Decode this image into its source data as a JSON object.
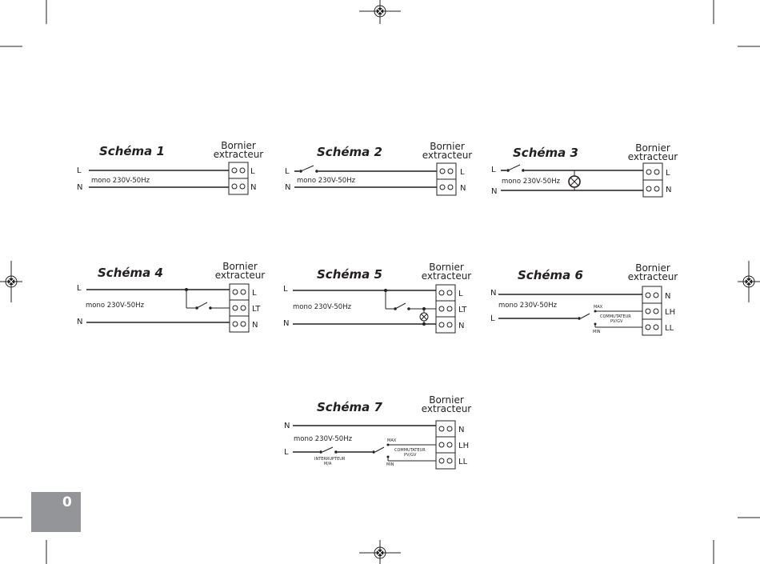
{
  "page_number": "0",
  "schemas": [
    {
      "title": "Schéma 1",
      "header": [
        "Bornier",
        "extracteur"
      ],
      "supply": "mono 230V-50Hz",
      "line_labels": [
        "L",
        "N"
      ],
      "terminal_labels": [
        "L",
        "N"
      ]
    },
    {
      "title": "Schéma 2",
      "header": [
        "Bornier",
        "extracteur"
      ],
      "supply": "mono 230V-50Hz",
      "line_labels": [
        "L",
        "N"
      ],
      "terminal_labels": [
        "L",
        "N"
      ]
    },
    {
      "title": "Schéma 3",
      "header": [
        "Bornier",
        "extracteur"
      ],
      "supply": "mono 230V-50Hz",
      "line_labels": [
        "L",
        "N"
      ],
      "terminal_labels": [
        "L",
        "N"
      ]
    },
    {
      "title": "Schéma 4",
      "header": [
        "Bornier",
        "extracteur"
      ],
      "supply": "mono 230V-50Hz",
      "line_labels": [
        "L",
        "N"
      ],
      "terminal_labels": [
        "L",
        "LT",
        "N"
      ]
    },
    {
      "title": "Schéma 5",
      "header": [
        "Bornier",
        "extracteur"
      ],
      "supply": "mono 230V-50Hz",
      "line_labels": [
        "L",
        "N"
      ],
      "terminal_labels": [
        "L",
        "LT",
        "N"
      ]
    },
    {
      "title": "Schéma 6",
      "header": [
        "Bornier",
        "extracteur"
      ],
      "supply": "mono 230V-50Hz",
      "line_labels": [
        "N",
        "L"
      ],
      "terminal_labels": [
        "N",
        "LH",
        "LL"
      ],
      "switch_labels": {
        "max": "MAX",
        "commutator": [
          "COMMUTATEUR",
          "PV/GV"
        ],
        "min": "MIN"
      }
    },
    {
      "title": "Schéma 7",
      "header": [
        "Bornier",
        "extracteur"
      ],
      "supply": "mono 230V-50Hz",
      "line_labels": [
        "N",
        "L"
      ],
      "terminal_labels": [
        "N",
        "LH",
        "LL"
      ],
      "switch_labels": {
        "max": "MAX",
        "commutator": [
          "COMMUTATEUR",
          "PV/GV"
        ],
        "min": "MIN",
        "interrupter": [
          "INTERRUPTEUR",
          "M/A"
        ]
      }
    }
  ]
}
